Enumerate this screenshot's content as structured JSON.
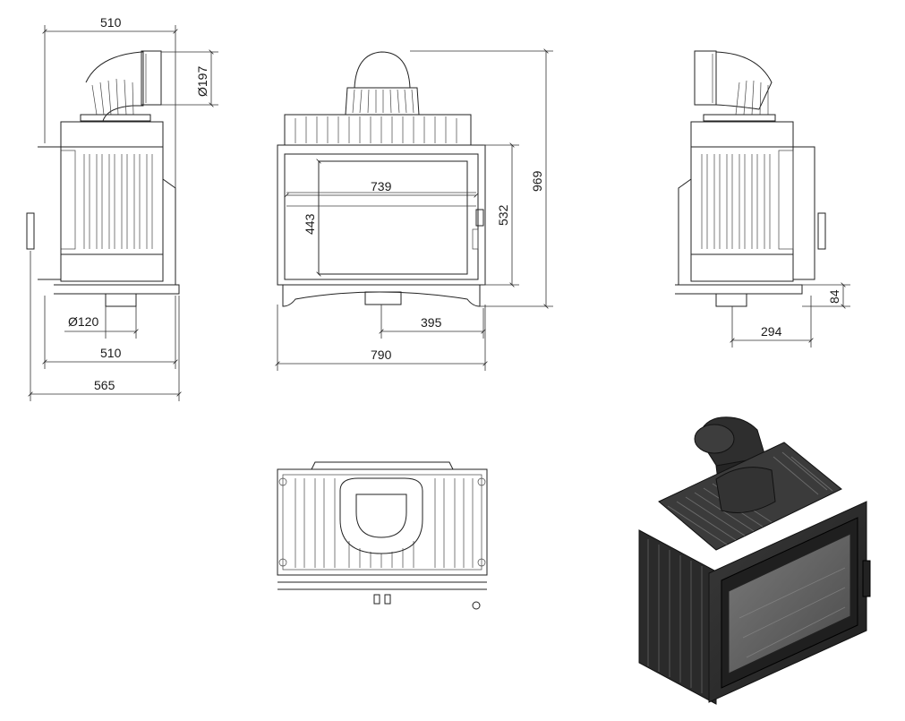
{
  "dimensions": {
    "side_left": {
      "top_width": "510",
      "flue_diameter": "Ø197",
      "outlet_diameter": "Ø120",
      "bottom_width": "510",
      "total_width": "565"
    },
    "front": {
      "glass_width": "739",
      "glass_height": "443",
      "frame_height": "532",
      "total_height": "969",
      "outlet_offset": "395",
      "total_width": "790"
    },
    "side_right": {
      "base_height": "84",
      "outlet_offset": "294"
    }
  },
  "colors": {
    "line": "#222222",
    "render_dark": "#2b2b2b",
    "render_mid": "#4a4a4a",
    "render_light": "#8a8a8a",
    "glass": "#6b6b6b"
  }
}
